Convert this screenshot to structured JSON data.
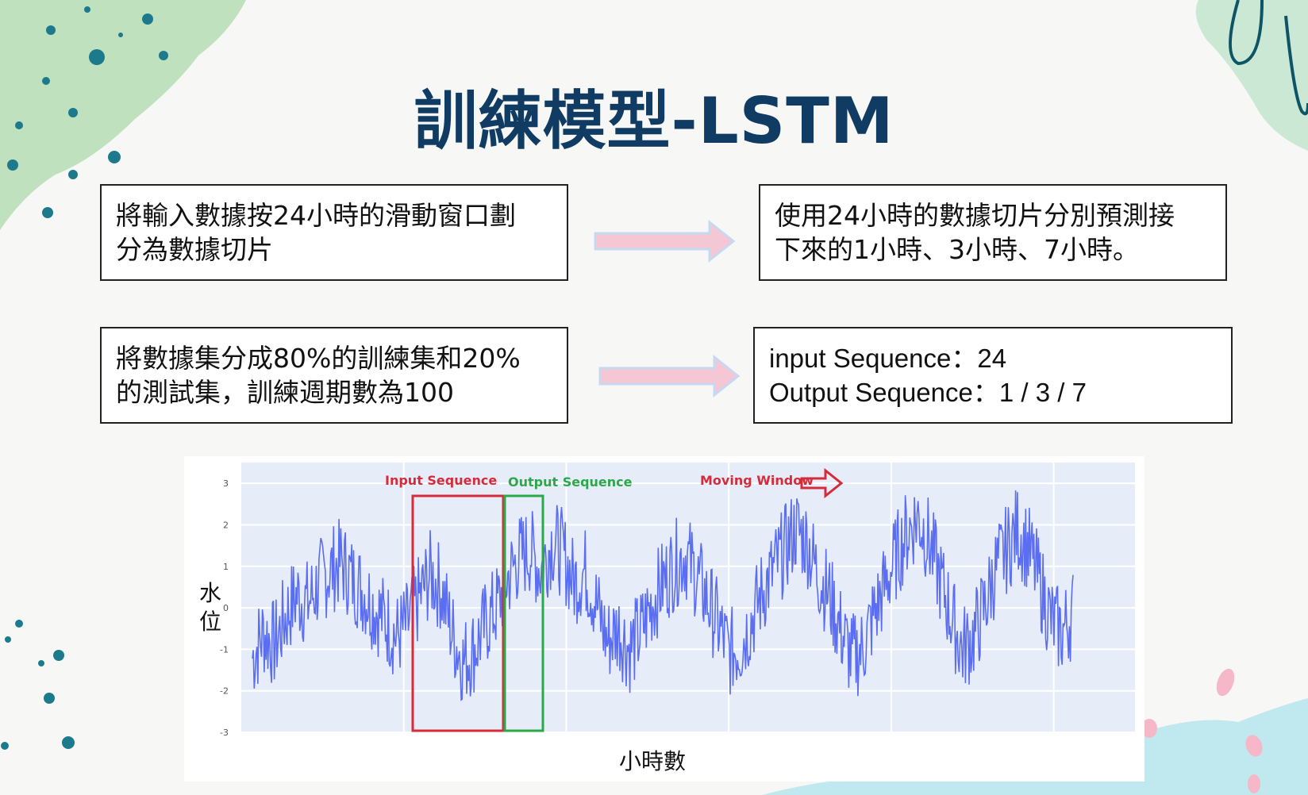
{
  "slide": {
    "title": "訓練模型-LSTM",
    "boxes": {
      "top_left": [
        "將輸入數據按24小時的滑動窗口劃",
        "分為數據切片"
      ],
      "top_right": [
        "使用24小時的數據切片分別預測接",
        "下來的1小時、3小時、7小時。"
      ],
      "bottom_left": [
        "將數據集分成80%的訓練集和20%",
        "的測試集，訓練週期數為100"
      ],
      "bottom_right": [
        "input Sequence：24",
        "Output Sequence：1 / 3 / 7"
      ]
    },
    "colors": {
      "title": "#103b63",
      "arrow": "#f5c6d3",
      "arrow_edge": "#c7d8f3"
    }
  },
  "chart_data": {
    "type": "line",
    "xlabel": "小時數",
    "ylabel": "水位",
    "ylim": [
      -3,
      3.5
    ],
    "yticks": [
      "3",
      "2",
      "1",
      "0",
      "-1",
      "-2",
      "-3"
    ],
    "grid": true,
    "series": [
      {
        "color": "#5b6ef2",
        "values": [
          -1.2,
          -0.6,
          -0.9,
          -0.2,
          0.3,
          0.1,
          0.6,
          0.9,
          1.1,
          0.7,
          0.4,
          0.0,
          -0.3,
          -0.7,
          -0.4,
          0.2,
          0.8,
          0.5,
          -0.6,
          -1.3,
          -1.0,
          -0.4,
          0.0,
          0.7,
          1.2,
          1.4,
          0.9,
          1.6,
          1.3,
          0.6,
          0.9,
          0.1,
          -0.8,
          -0.5,
          -1.0,
          -0.6,
          0.1,
          0.6,
          1.0,
          1.3,
          0.8,
          0.2,
          -0.4,
          -1.1,
          -0.9,
          -0.3,
          0.4,
          0.9,
          1.4,
          1.9,
          1.6,
          0.8,
          0.3,
          -0.5,
          -1.2,
          -1.0,
          -0.2,
          0.5,
          1.2,
          1.8,
          2.2,
          1.6,
          0.7,
          -0.2,
          -1.0,
          -0.7,
          0.0,
          0.9,
          1.4,
          1.9,
          1.4,
          0.6,
          -0.3,
          -0.6,
          -0.1
        ]
      }
    ],
    "annotations": [
      "Input Sequence",
      "Output Sequence",
      "Moving Window"
    ]
  }
}
